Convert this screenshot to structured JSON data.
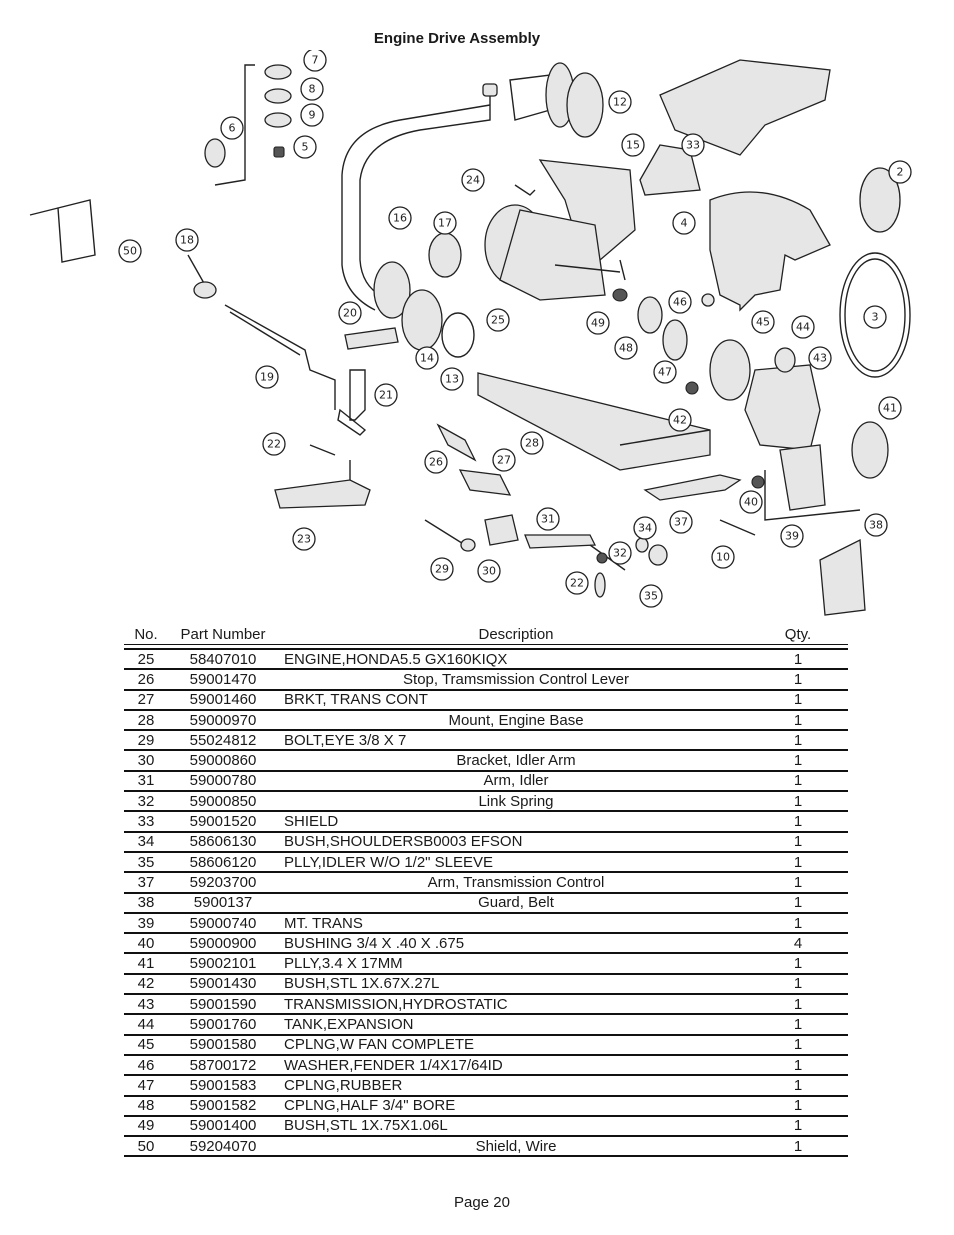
{
  "page": {
    "title": "Engine Drive Assembly",
    "footer": "Page 20"
  },
  "diagram": {
    "callouts": [
      "2",
      "3",
      "4",
      "5",
      "6",
      "7",
      "8",
      "9",
      "10",
      "12",
      "13",
      "14",
      "15",
      "16",
      "17",
      "18",
      "19",
      "20",
      "21",
      "22",
      "22",
      "23",
      "24",
      "25",
      "26",
      "27",
      "28",
      "29",
      "30",
      "31",
      "32",
      "33",
      "34",
      "35",
      "37",
      "38",
      "39",
      "40",
      "41",
      "42",
      "43",
      "44",
      "45",
      "46",
      "47",
      "48",
      "49",
      "50"
    ]
  },
  "table": {
    "headers": {
      "no": "No.",
      "part": "Part Number",
      "desc": "Description",
      "qty": "Qty."
    },
    "rows": [
      {
        "no": "25",
        "part": "58407010",
        "desc": "ENGINE,HONDA5.5 GX160KIQX",
        "qty": "1",
        "centered": false
      },
      {
        "no": "26",
        "part": "59001470",
        "desc": "Stop, Tramsmission Control Lever",
        "qty": "1",
        "centered": true
      },
      {
        "no": "27",
        "part": "59001460",
        "desc": "BRKT, TRANS CONT",
        "qty": "1",
        "centered": false
      },
      {
        "no": "28",
        "part": "59000970",
        "desc": "Mount, Engine Base",
        "qty": "1",
        "centered": true
      },
      {
        "no": "29",
        "part": "55024812",
        "desc": "BOLT,EYE 3/8 X 7",
        "qty": "1",
        "centered": false
      },
      {
        "no": "30",
        "part": "59000860",
        "desc": "Bracket, Idler Arm",
        "qty": "1",
        "centered": true
      },
      {
        "no": "31",
        "part": "59000780",
        "desc": "Arm, Idler",
        "qty": "1",
        "centered": true
      },
      {
        "no": "32",
        "part": "59000850",
        "desc": "Link Spring",
        "qty": "1",
        "centered": true
      },
      {
        "no": "33",
        "part": "59001520",
        "desc": "SHIELD",
        "qty": "1",
        "centered": false
      },
      {
        "no": "34",
        "part": "58606130",
        "desc": "BUSH,SHOULDERSB0003 EFSON",
        "qty": "1",
        "centered": false
      },
      {
        "no": "35",
        "part": "58606120",
        "desc": "PLLY,IDLER W/O 1/2\" SLEEVE",
        "qty": "1",
        "centered": false
      },
      {
        "no": "37",
        "part": "59203700",
        "desc": "Arm, Transmission Control",
        "qty": "1",
        "centered": true
      },
      {
        "no": "38",
        "part": "5900137",
        "desc": "Guard, Belt",
        "qty": "1",
        "centered": true
      },
      {
        "no": "39",
        "part": "59000740",
        "desc": "MT. TRANS",
        "qty": "1",
        "centered": false
      },
      {
        "no": "40",
        "part": "59000900",
        "desc": "BUSHING 3/4 X .40 X .675",
        "qty": "4",
        "centered": false
      },
      {
        "no": "41",
        "part": "59002101",
        "desc": "PLLY,3.4 X 17MM",
        "qty": "1",
        "centered": false
      },
      {
        "no": "42",
        "part": "59001430",
        "desc": "BUSH,STL 1X.67X.27L",
        "qty": "1",
        "centered": false
      },
      {
        "no": "43",
        "part": "59001590",
        "desc": "TRANSMISSION,HYDROSTATIC",
        "qty": "1",
        "centered": false
      },
      {
        "no": "44",
        "part": "59001760",
        "desc": "TANK,EXPANSION",
        "qty": "1",
        "centered": false
      },
      {
        "no": "45",
        "part": "59001580",
        "desc": "CPLNG,W FAN COMPLETE",
        "qty": "1",
        "centered": false
      },
      {
        "no": "46",
        "part": "58700172",
        "desc": "WASHER,FENDER 1/4X17/64ID",
        "qty": "1",
        "centered": false
      },
      {
        "no": "47",
        "part": "59001583",
        "desc": "CPLNG,RUBBER",
        "qty": "1",
        "centered": false
      },
      {
        "no": "48",
        "part": "59001582",
        "desc": "CPLNG,HALF 3/4\" BORE",
        "qty": "1",
        "centered": false
      },
      {
        "no": "49",
        "part": "59001400",
        "desc": "BUSH,STL 1X.75X1.06L",
        "qty": "1",
        "centered": false
      },
      {
        "no": "50",
        "part": "59204070",
        "desc": "Shield, Wire",
        "qty": "1",
        "centered": true
      }
    ]
  }
}
